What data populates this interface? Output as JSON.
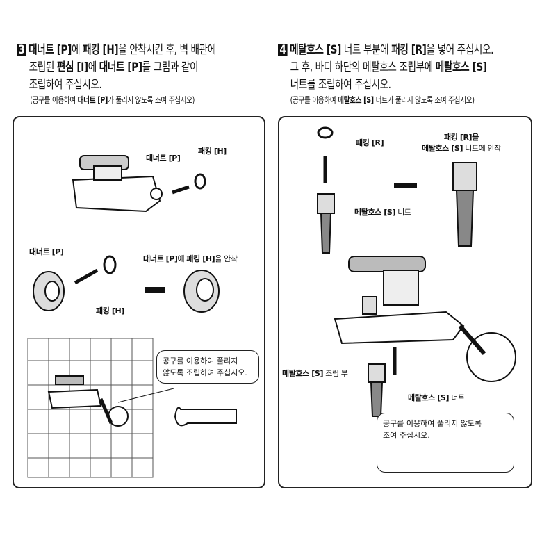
{
  "step3": {
    "number": "3",
    "line1_b1": "대너트 [P]",
    "line1_t1": "에 ",
    "line1_b2": "패킹 [H]",
    "line1_t2": "을 안착시킨 후, 벽 배관에",
    "line2_t1": "조립된 ",
    "line2_b1": "편심 [I]",
    "line2_t2": "에 ",
    "line2_b2": "대너트 [P]",
    "line2_t3": "를 그림과 같이",
    "line3": "조립하여 주십시오.",
    "note_t1": "(공구를 이용하여 ",
    "note_b": "대너트 [P]",
    "note_t2": "가 풀리지 않도록 조여 주십시오)",
    "labels": {
      "nut_p": "대너트 [P]",
      "packing_h": "패킹 [H]",
      "nut_p2": "대너트 [P]",
      "seat_b1": "대너트 [P]",
      "seat_t1": "에 ",
      "seat_b2": "패킹 [H]",
      "seat_t2": "을 안착",
      "packing_h2": "패킹 [H]"
    },
    "callout": [
      "공구를 이용하여 풀리지",
      "않도록 조립하여 주십시오."
    ]
  },
  "step4": {
    "number": "4",
    "line1_b1": "메탈호스 [S]",
    "line1_t1": " 너트 부분에 ",
    "line1_b2": "패킹 [R]",
    "line1_t2": "을 넣어 주십시오.",
    "line2_t1": "그 후, 바디 하단의 메탈호스 조립부에 ",
    "line2_b1": "메탈호스 [S]",
    "line3": "너트를 조립하여 주십시오.",
    "note_t1": "(공구를 이용하여 ",
    "note_b": "메탈호스 [S]",
    "note_t2": "  너트가 풀리지 않도록 조여 주십시오)",
    "labels": {
      "packing_r": "패킹 [R]",
      "seat_line1": "패킹 [R]을",
      "seat_b": "메탈호스 [S]",
      "seat_t": " 너트에 안착",
      "hose_nut_b": "메탈호스 [S]",
      "hose_nut_t": " 너트",
      "assembly_b": "메탈호스 [S]",
      "assembly_t": " 조립 부",
      "hose_nut2_b": "메탈호스 [S]",
      "hose_nut2_t": " 너트"
    },
    "callout": [
      "공구를 이용하여 풀리지 않도록",
      "조여 주십시오."
    ]
  }
}
